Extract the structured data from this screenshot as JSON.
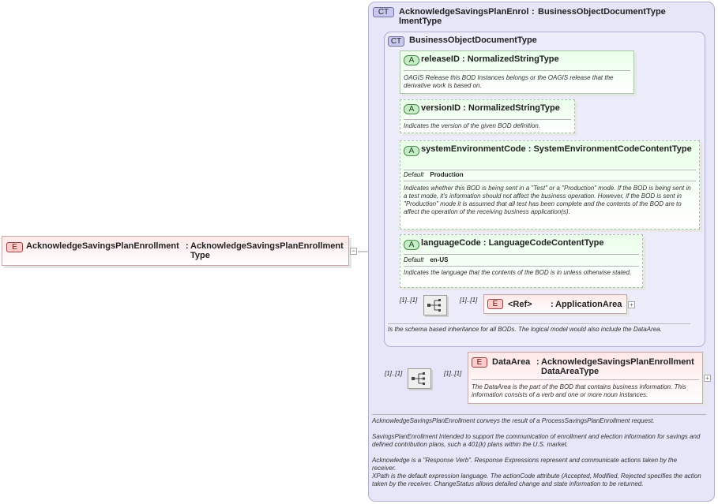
{
  "root": {
    "badge": "E",
    "name": "AcknowledgeSavingsPlanEnrollment",
    "type": "AcknowledgeSavingsPlanEnrollmentType"
  },
  "complex_type": {
    "badge": "CT",
    "name": "AcknowledgeSavingsPlanEnrollmentType",
    "type": "BusinessObjectDocumentType",
    "documentation": [
      "AcknowledgeSavingsPlanEnrollment conveys the result of a ProcessSavingsPlanEnrollment request.",
      "SavingsPlanEnrollment  Intended to support the communication of enrollment and election information for savings and defined contribution plans, such a 401(k) plans within the U.S. market.",
      "Acknowledge is a \"Response Verb\". Response Expressions represent and communicate actions taken by the receiver.",
      "XPath is the default expression language. The actionCode attribute (Accepted, Modified, Rejected specifies the action taken by the receiver. ChangeStatus allows detailed change and state information to be returned."
    ]
  },
  "base_type": {
    "badge": "CT",
    "name": "BusinessObjectDocumentType",
    "documentation": "Is the schema based inheritance for all BODs. The logical model would also include the DataArea."
  },
  "attributes": [
    {
      "badge": "A",
      "name": "releaseID",
      "type": "NormalizedStringType",
      "documentation": "OAGIS Release this BOD Instances belongs or the OAGIS release that the derivative work is based on."
    },
    {
      "badge": "A",
      "name": "versionID",
      "type": "NormalizedStringType",
      "documentation": "Indicates the version of the given BOD definition."
    },
    {
      "badge": "A",
      "name": "systemEnvironmentCode",
      "type": "SystemEnvironmentCodeContentType",
      "default_label": "Default",
      "default_value": "Production",
      "documentation": "Indicates whether this BOD is being sent in a \"Test\" or a \"Production\" mode. If the BOD is being sent in a test mode, it's information should not affect the business operation. However, if the BOD is sent in \"Production\" mode it is assumed that all test has been complete and the contents of the BOD are to affect the operation of the receiving business application(s)."
    },
    {
      "badge": "A",
      "name": "languageCode",
      "type": "LanguageCodeContentType",
      "default_label": "Default",
      "default_value": "en-US",
      "documentation": "Indicates the language that the contents of the BOD is in unless otherwise stated."
    }
  ],
  "application_area": {
    "badge": "E",
    "ref": "<Ref>",
    "type": "ApplicationArea",
    "mult_seq": "[1]..[1]",
    "mult_elem": "[1]..[1]"
  },
  "data_area": {
    "badge": "E",
    "name": "DataArea",
    "type": "AcknowledgeSavingsPlanEnrollmentDataAreaType",
    "mult_seq": "[1]..[1]",
    "mult_elem": "[1]..[1]",
    "documentation": "The DataArea is the part of the BOD that contains business information. This information consists of a verb and one or more noun instances."
  },
  "icons": {
    "sequence": "sequence-icon",
    "expand": "plus-icon",
    "collapse": "minus-icon"
  },
  "colors": {
    "ct_panel": "#e6e6f8",
    "attribute": "#eaffea",
    "element": "#ffe8e8"
  }
}
